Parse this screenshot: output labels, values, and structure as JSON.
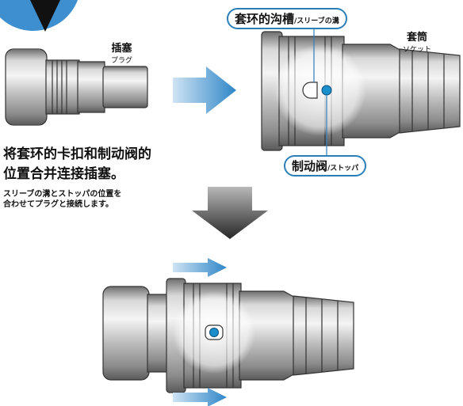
{
  "plug": {
    "label": "插塞",
    "sub": "プラグ"
  },
  "socket": {
    "label": "套筒",
    "sub": "ソケット"
  },
  "callout_groove": {
    "label": "套环的沟槽",
    "sub": "/スリーブの溝"
  },
  "callout_stopper": {
    "label": "制动阀",
    "sub": "/ストッパ"
  },
  "instruction": {
    "line1": "将套环的卡扣和制动阀的",
    "line2": "位置合并连接插塞。",
    "jp_line1": "スリーブの溝とストッパの位置を",
    "jp_line2": "合わせてプラグと接続します。"
  },
  "colors": {
    "accent": "#2a7fb8",
    "metal_dark": "#4a4a4a",
    "arrow": "#3d8fd0"
  },
  "icons": [
    "arrow-right-icon",
    "arrow-down-icon"
  ]
}
